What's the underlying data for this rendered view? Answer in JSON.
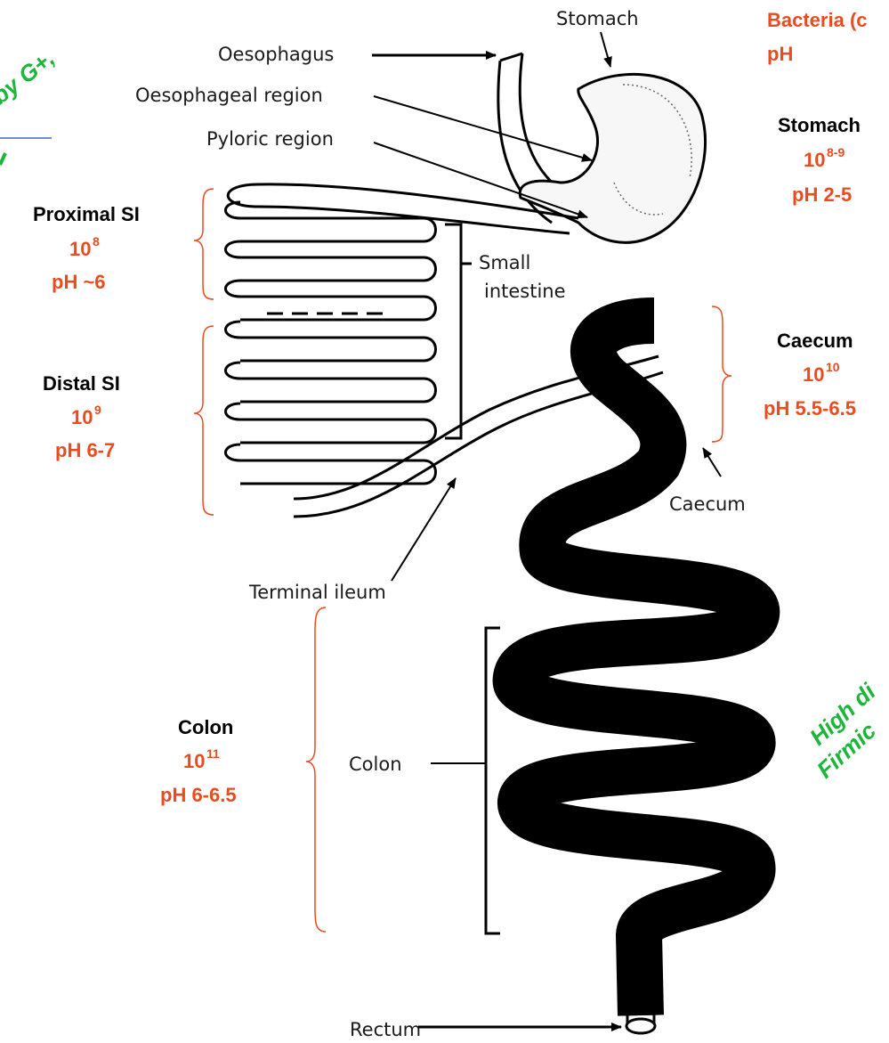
{
  "anatomy_labels": {
    "stomach": "Stomach",
    "oesophagus": "Oesophagus",
    "oesophageal_region": "Oesophageal region",
    "pyloric_region": "Pyloric region",
    "small_intestine_line1": "Small",
    "small_intestine_line2": "intestine",
    "caecum": "Caecum",
    "terminal_ileum": "Terminal ileum",
    "colon": "Colon",
    "rectum": "Rectum"
  },
  "header": {
    "line1": "Bacteria (c",
    "line2": "pH"
  },
  "sections": {
    "stomach": {
      "title": "Stomach",
      "base": "10",
      "exp": "8-9",
      "ph": "pH 2-5"
    },
    "proximal_si": {
      "title": "Proximal SI",
      "base": "10",
      "exp": "8",
      "ph": "pH ~6"
    },
    "distal_si": {
      "title": "Distal SI",
      "base": "10",
      "exp": "9",
      "ph": "pH 6-7"
    },
    "caecum": {
      "title": "Caecum",
      "base": "10",
      "exp": "10",
      "ph": "pH 5.5-6.5"
    },
    "colon": {
      "title": "Colon",
      "base": "10",
      "exp": "11",
      "ph": "pH 6-6.5"
    }
  },
  "annotations": {
    "top_left_green": "by G+,",
    "right_green_line1": "High di",
    "right_green_line2": "Firmic"
  },
  "colors": {
    "accent_orange": "#e84c1f",
    "green_text": "#1eb53a",
    "divider_blue": "#3e6cb4"
  }
}
